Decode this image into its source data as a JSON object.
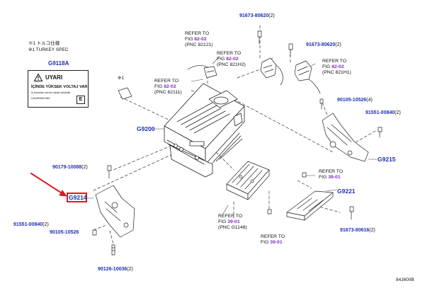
{
  "notes": {
    "spec_jp": "※1 トルコ仕様",
    "spec_en": "※1 TURKEY SPEC",
    "mark": "※1"
  },
  "warning_label": {
    "part_no": "G9118A",
    "title": "UYARI",
    "line1": "İÇİNDE YÜKSEK VOLTAJ VAR",
    "line2": "İç kısmıları servis ustası sökebilir",
    "line3": "ÇIKARMAYINIZ",
    "box": "E"
  },
  "groups": [
    {
      "id": "G9200",
      "text": "G9200"
    },
    {
      "id": "G9215",
      "text": "G9215"
    },
    {
      "id": "G9221",
      "text": "G9221"
    },
    {
      "id": "G9214",
      "text": "G9214"
    }
  ],
  "part_numbers": [
    {
      "pn": "91673-80620",
      "qty": "(2)"
    },
    {
      "pn": "91673-80620",
      "qty": "(2)"
    },
    {
      "pn": "90105-10526",
      "qty": "(4)"
    },
    {
      "pn": "91551-00840",
      "qty": "(2)"
    },
    {
      "pn": "90179-10088",
      "qty": "(2)"
    },
    {
      "pn": "91551-00840",
      "qty": "(2)"
    },
    {
      "pn": "90105-10526",
      "qty": ""
    },
    {
      "pn": "90126-10036",
      "qty": "(2)"
    },
    {
      "pn": "91673-80616",
      "qty": "(2)"
    }
  ],
  "references": [
    {
      "refer": "REFER TO",
      "fig_label": "FIG",
      "fig": "82-02",
      "pnc": "(PNC 82121)"
    },
    {
      "refer": "REFER TO",
      "fig_label": "FIG",
      "fig": "82-02",
      "pnc": "(PNC 821H2)"
    },
    {
      "refer": "REFER TO",
      "fig_label": "FIG",
      "fig": "82-02",
      "pnc": "(PNC 821H1)"
    },
    {
      "refer": "REFER TO",
      "fig_label": "FIG",
      "fig": "82-02",
      "pnc": "(PNC 82111)"
    },
    {
      "refer": "REFER TO",
      "fig_label": "FIG",
      "fig": "39-01",
      "pnc": ""
    },
    {
      "refer": "REFER TO",
      "fig_label": "FIG",
      "fig": "39-01",
      "pnc": "(PNC G1148)"
    },
    {
      "refer": "REFER TO",
      "fig_label": "FIG",
      "fig": "39-01",
      "pnc": ""
    }
  ],
  "diagram_id": "84J600B",
  "colors": {
    "part_number": "#1f2fb3",
    "fig_number": "#7a2fc4",
    "highlight": "#e0191c",
    "line": "#222222"
  }
}
